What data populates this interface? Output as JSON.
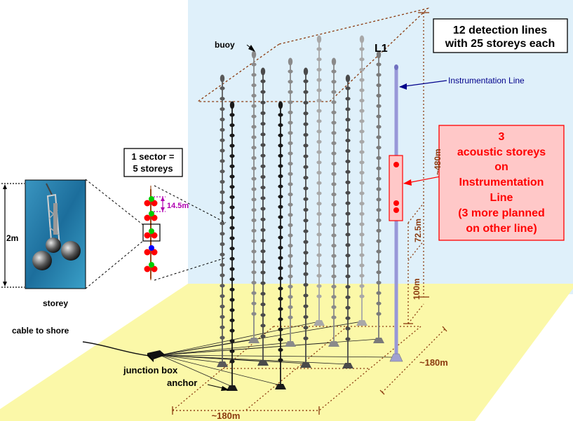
{
  "labels": {
    "buoy": "buoy",
    "l1": "L1",
    "instrumentation_line": "Instrumentation Line",
    "sector_line1": "1 sector =",
    "sector_line2": "5 storeys",
    "storey_spacing": "14.5m",
    "height_2m": "2m",
    "storey": "storey",
    "cable_to_shore": "cable to shore",
    "junction_box": "junction box",
    "anchor": "anchor",
    "dim_480m": "~480m",
    "dim_72_5m": "72.5m",
    "dim_100m": "100m",
    "dim_180m_right": "~180m",
    "dim_180m_bottom": "~180m"
  },
  "info_box": {
    "line1": "12 detection lines",
    "line2": "with 25 storeys each"
  },
  "acoustic_box": {
    "lines": [
      "3",
      "acoustic storeys",
      "on",
      "Instrumentation",
      "Line",
      "(3 more planned",
      "on other line)"
    ]
  },
  "detector": {
    "detection_lines": 12,
    "storeys_per_line": 25,
    "acoustic_storeys": 3,
    "planned_acoustic_storeys": 3
  },
  "colors": {
    "sea": "#dff0fa",
    "seabed": "#fbf8a8",
    "dimension": "#8b3a0f",
    "instrumentation": "#00008b",
    "acoustic": "#ff0000",
    "acoustic_box_fill": "#ffc8c8",
    "spacing_label": "#b000b0"
  }
}
